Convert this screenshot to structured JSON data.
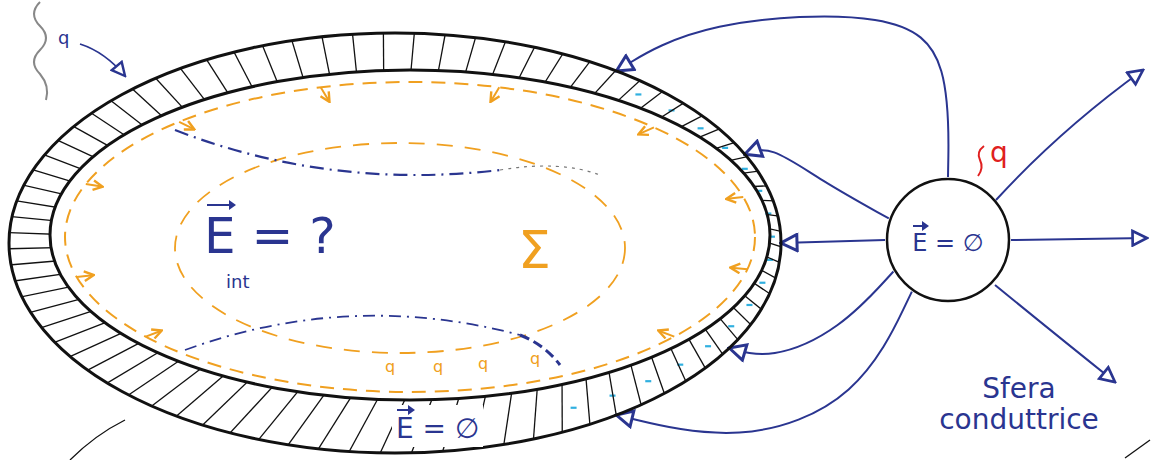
{
  "diagram": {
    "nodes": [
      {
        "text": [
          "E = ∅"
        ]
      },
      {
        "text": [
          "E = ?",
          "int"
        ],
        "in": 0
      },
      {
        "text": [
          "E = ∅",
          "Sfera conduttrice"
        ]
      }
    ],
    "edges": [
      {
        "from": 2,
        "to": 0,
        "arrow": "to"
      },
      {
        "from": 2,
        "to": 0,
        "arrow": "to"
      },
      {
        "from": 2,
        "to": 0,
        "arrow": "to"
      },
      {
        "from": 2,
        "to": 0,
        "arrow": "to"
      },
      {
        "from": 2,
        "to": 0,
        "arrow": "to"
      }
    ],
    "labels": [
      "Σ",
      "q",
      "q",
      "q",
      "q",
      "q",
      "q"
    ]
  }
}
